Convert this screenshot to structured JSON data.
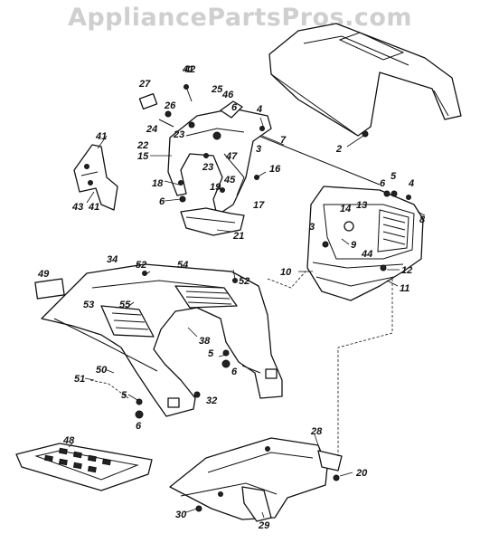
{
  "watermark": "AppliancePartsPros.com",
  "callouts": [
    "2",
    "3",
    "4",
    "5",
    "6",
    "7",
    "8",
    "9",
    "10",
    "11",
    "12",
    "13",
    "14",
    "15",
    "16",
    "17",
    "18",
    "19",
    "20",
    "21",
    "22",
    "23",
    "24",
    "25",
    "26",
    "27",
    "28",
    "29",
    "30",
    "32",
    "34",
    "38",
    "41",
    "42",
    "43",
    "44",
    "45",
    "46",
    "47",
    "48",
    "49",
    "50",
    "51",
    "52",
    "53",
    "54",
    "55"
  ]
}
